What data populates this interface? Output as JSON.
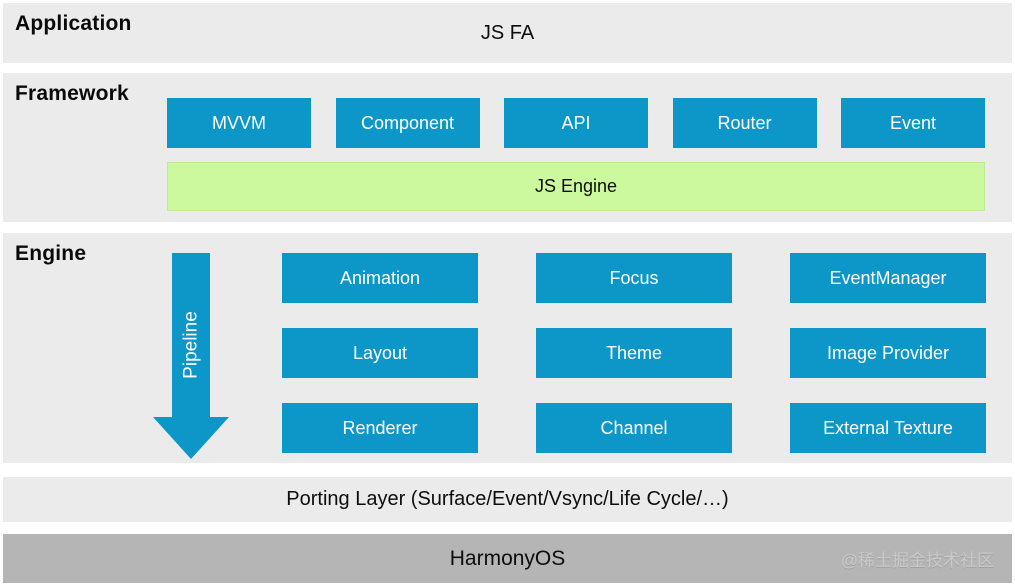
{
  "layers": {
    "application": {
      "label": "Application",
      "content": "JS FA"
    },
    "framework": {
      "label": "Framework",
      "boxes": [
        "MVVM",
        "Component",
        "API",
        "Router",
        "Event"
      ],
      "engine_bar": "JS Engine"
    },
    "engine": {
      "label": "Engine",
      "pipeline_label": "Pipeline",
      "grid": [
        [
          "Animation",
          "Focus",
          "EventManager"
        ],
        [
          "Layout",
          "Theme",
          "Image Provider"
        ],
        [
          "Renderer",
          "Channel",
          "External Texture"
        ]
      ]
    },
    "porting": {
      "label": "Porting Layer (Surface/Event/Vsync/Life Cycle/…)"
    },
    "os": {
      "label": "HarmonyOS"
    }
  },
  "watermark": "@稀土掘金技术社区",
  "colors": {
    "band_gray": "#ebebeb",
    "os_band_gray": "#b5b5b5",
    "box_blue": "#0d97c8",
    "engine_green": "#ccf89e",
    "box_text": "#ffffff",
    "text_black": "#0d0d0d",
    "watermark_gray": "#c9c9c9"
  }
}
